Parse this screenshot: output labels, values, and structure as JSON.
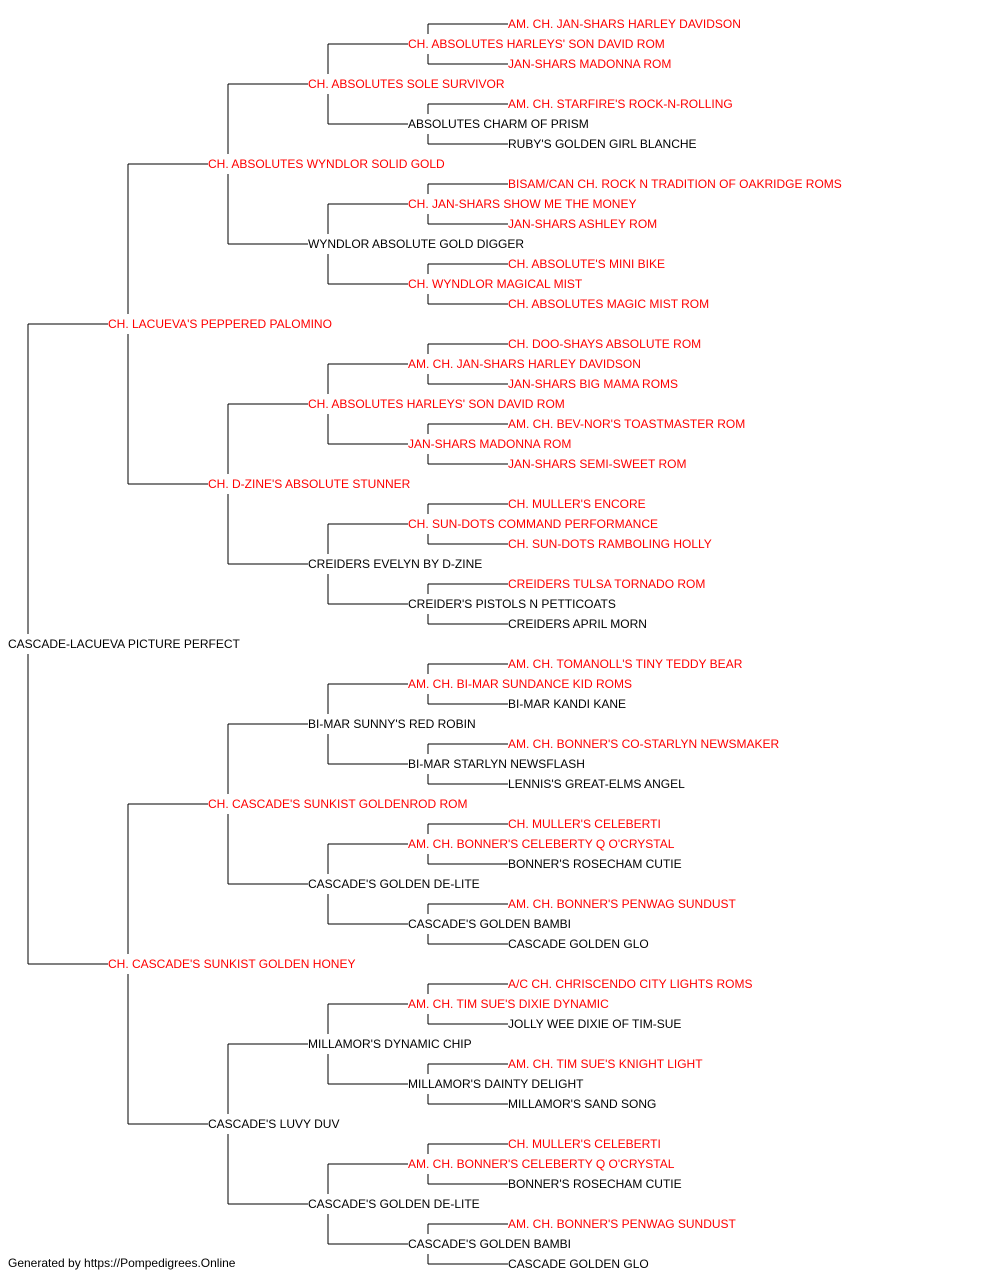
{
  "colors": {
    "champion": "#ff0000",
    "regular": "#000000",
    "line": "#000000"
  },
  "pedigree": {
    "name": "CASCADE-LACUEVA PICTURE PERFECT",
    "champion": false,
    "sire": {
      "name": "CH. LACUEVA'S PEPPERED PALOMINO",
      "champion": true,
      "sire": {
        "name": "CH. ABSOLUTES WYNDLOR SOLID GOLD",
        "champion": true,
        "sire": {
          "name": "CH. ABSOLUTES SOLE SURVIVOR",
          "champion": true,
          "sire": {
            "name": "CH. ABSOLUTES HARLEYS' SON DAVID ROM",
            "champion": true,
            "sire": {
              "name": "AM. CH. JAN-SHARS HARLEY DAVIDSON",
              "champion": true
            },
            "dam": {
              "name": "JAN-SHARS MADONNA ROM",
              "champion": true
            }
          },
          "dam": {
            "name": "ABSOLUTES CHARM OF PRISM",
            "champion": false,
            "sire": {
              "name": "AM. CH. STARFIRE'S ROCK-N-ROLLING",
              "champion": true
            },
            "dam": {
              "name": "RUBY'S GOLDEN GIRL BLANCHE",
              "champion": false
            }
          }
        },
        "dam": {
          "name": "WYNDLOR ABSOLUTE GOLD DIGGER",
          "champion": false,
          "sire": {
            "name": "CH. JAN-SHARS SHOW ME THE MONEY",
            "champion": true,
            "sire": {
              "name": "BISAM/CAN CH. ROCK N TRADITION OF OAKRIDGE ROMS",
              "champion": true
            },
            "dam": {
              "name": "JAN-SHARS ASHLEY ROM",
              "champion": true
            }
          },
          "dam": {
            "name": "CH. WYNDLOR MAGICAL MIST",
            "champion": true,
            "sire": {
              "name": "CH. ABSOLUTE'S MINI BIKE",
              "champion": true
            },
            "dam": {
              "name": "CH. ABSOLUTES MAGIC MIST ROM",
              "champion": true
            }
          }
        }
      },
      "dam": {
        "name": "CH. D-ZINE'S ABSOLUTE STUNNER",
        "champion": true,
        "sire": {
          "name": "CH. ABSOLUTES HARLEYS' SON DAVID ROM",
          "champion": true,
          "sire": {
            "name": "AM. CH. JAN-SHARS HARLEY DAVIDSON",
            "champion": true,
            "sire": {
              "name": "CH. DOO-SHAYS ABSOLUTE ROM",
              "champion": true
            },
            "dam": {
              "name": "JAN-SHARS BIG MAMA ROMS",
              "champion": true
            }
          },
          "dam": {
            "name": "JAN-SHARS MADONNA ROM",
            "champion": true,
            "sire": {
              "name": "AM. CH. BEV-NOR'S TOASTMASTER ROM",
              "champion": true
            },
            "dam": {
              "name": "JAN-SHARS SEMI-SWEET ROM",
              "champion": true
            }
          }
        },
        "dam": {
          "name": "CREIDERS EVELYN BY D-ZINE",
          "champion": false,
          "sire": {
            "name": "CH. SUN-DOTS COMMAND PERFORMANCE",
            "champion": true,
            "sire": {
              "name": "CH. MULLER'S ENCORE",
              "champion": true
            },
            "dam": {
              "name": "CH. SUN-DOTS RAMBOLING HOLLY",
              "champion": true
            }
          },
          "dam": {
            "name": "CREIDER'S PISTOLS N PETTICOATS",
            "champion": false,
            "sire": {
              "name": "CREIDERS TULSA TORNADO ROM",
              "champion": true
            },
            "dam": {
              "name": "CREIDERS APRIL MORN",
              "champion": false
            }
          }
        }
      }
    },
    "dam": {
      "name": "CH. CASCADE'S SUNKIST GOLDEN HONEY",
      "champion": true,
      "sire": {
        "name": "CH. CASCADE'S SUNKIST GOLDENROD ROM",
        "champion": true,
        "sire": {
          "name": "BI-MAR SUNNY'S RED ROBIN",
          "champion": false,
          "sire": {
            "name": "AM. CH. BI-MAR SUNDANCE KID ROMS",
            "champion": true,
            "sire": {
              "name": "AM. CH. TOMANOLL'S TINY TEDDY BEAR",
              "champion": true
            },
            "dam": {
              "name": "BI-MAR KANDI KANE",
              "champion": false
            }
          },
          "dam": {
            "name": "BI-MAR STARLYN NEWSFLASH",
            "champion": false,
            "sire": {
              "name": "AM. CH. BONNER'S CO-STARLYN NEWSMAKER",
              "champion": true
            },
            "dam": {
              "name": "LENNIS'S GREAT-ELMS ANGEL",
              "champion": false
            }
          }
        },
        "dam": {
          "name": "CASCADE'S GOLDEN DE-LITE",
          "champion": false,
          "sire": {
            "name": "AM. CH. BONNER'S CELEBERTY Q O'CRYSTAL",
            "champion": true,
            "sire": {
              "name": "CH. MULLER'S CELEBERTI",
              "champion": true
            },
            "dam": {
              "name": "BONNER'S ROSECHAM CUTIE",
              "champion": false
            }
          },
          "dam": {
            "name": "CASCADE'S GOLDEN BAMBI",
            "champion": false,
            "sire": {
              "name": "AM. CH. BONNER'S PENWAG SUNDUST",
              "champion": true
            },
            "dam": {
              "name": "CASCADE GOLDEN GLO",
              "champion": false
            }
          }
        }
      },
      "dam": {
        "name": "CASCADE'S LUVY DUV",
        "champion": false,
        "sire": {
          "name": "MILLAMOR'S DYNAMIC CHIP",
          "champion": false,
          "sire": {
            "name": "AM. CH. TIM SUE'S DIXIE DYNAMIC",
            "champion": true,
            "sire": {
              "name": "A/C CH. CHRISCENDO CITY LIGHTS ROMS",
              "champion": true
            },
            "dam": {
              "name": "JOLLY WEE DIXIE OF TIM-SUE",
              "champion": false
            }
          },
          "dam": {
            "name": "MILLAMOR'S DAINTY DELIGHT",
            "champion": false,
            "sire": {
              "name": "AM. CH. TIM SUE'S KNIGHT LIGHT",
              "champion": true
            },
            "dam": {
              "name": "MILLAMOR'S SAND SONG",
              "champion": false
            }
          }
        },
        "dam": {
          "name": "CASCADE'S GOLDEN DE-LITE",
          "champion": false,
          "sire": {
            "name": "AM. CH. BONNER'S CELEBERTY Q O'CRYSTAL",
            "champion": true,
            "sire": {
              "name": "CH. MULLER'S CELEBERTI",
              "champion": true
            },
            "dam": {
              "name": "BONNER'S ROSECHAM CUTIE",
              "champion": false
            }
          },
          "dam": {
            "name": "CASCADE'S GOLDEN BAMBI",
            "champion": false,
            "sire": {
              "name": "AM. CH. BONNER'S PENWAG SUNDUST",
              "champion": true
            },
            "dam": {
              "name": "CASCADE GOLDEN GLO",
              "champion": false
            }
          }
        }
      }
    }
  },
  "footer": {
    "text": "Generated by https://Pompedigrees.Online"
  }
}
